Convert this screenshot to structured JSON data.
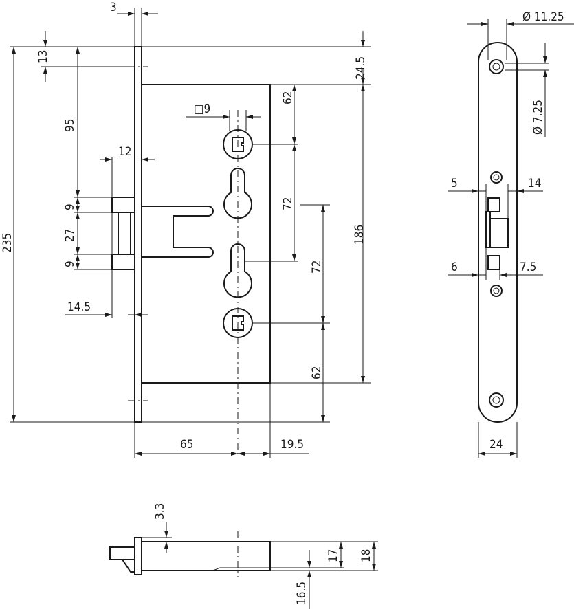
{
  "title": "Mortise lock technical drawing",
  "dimensions": {
    "d3": "3",
    "d13": "13",
    "d95": "95",
    "d12": "12",
    "d9a": "9",
    "d27": "27",
    "d9b": "9",
    "d235": "235",
    "d14_5": "14.5",
    "d24_5": "24.5",
    "d62a": "62",
    "sq9": "□9",
    "d72a": "72",
    "d72b": "72",
    "d186": "186",
    "d62b": "62",
    "d65": "65",
    "d19_5": "19.5",
    "dia11_25": "Ø 11.25",
    "dia7_25": "Ø 7.25",
    "d5": "5",
    "d14": "14",
    "d6": "6",
    "d7_5": "7.5",
    "d24": "24",
    "d3_3": "3.3",
    "d17": "17",
    "d18": "18",
    "d16_5": "16.5"
  }
}
